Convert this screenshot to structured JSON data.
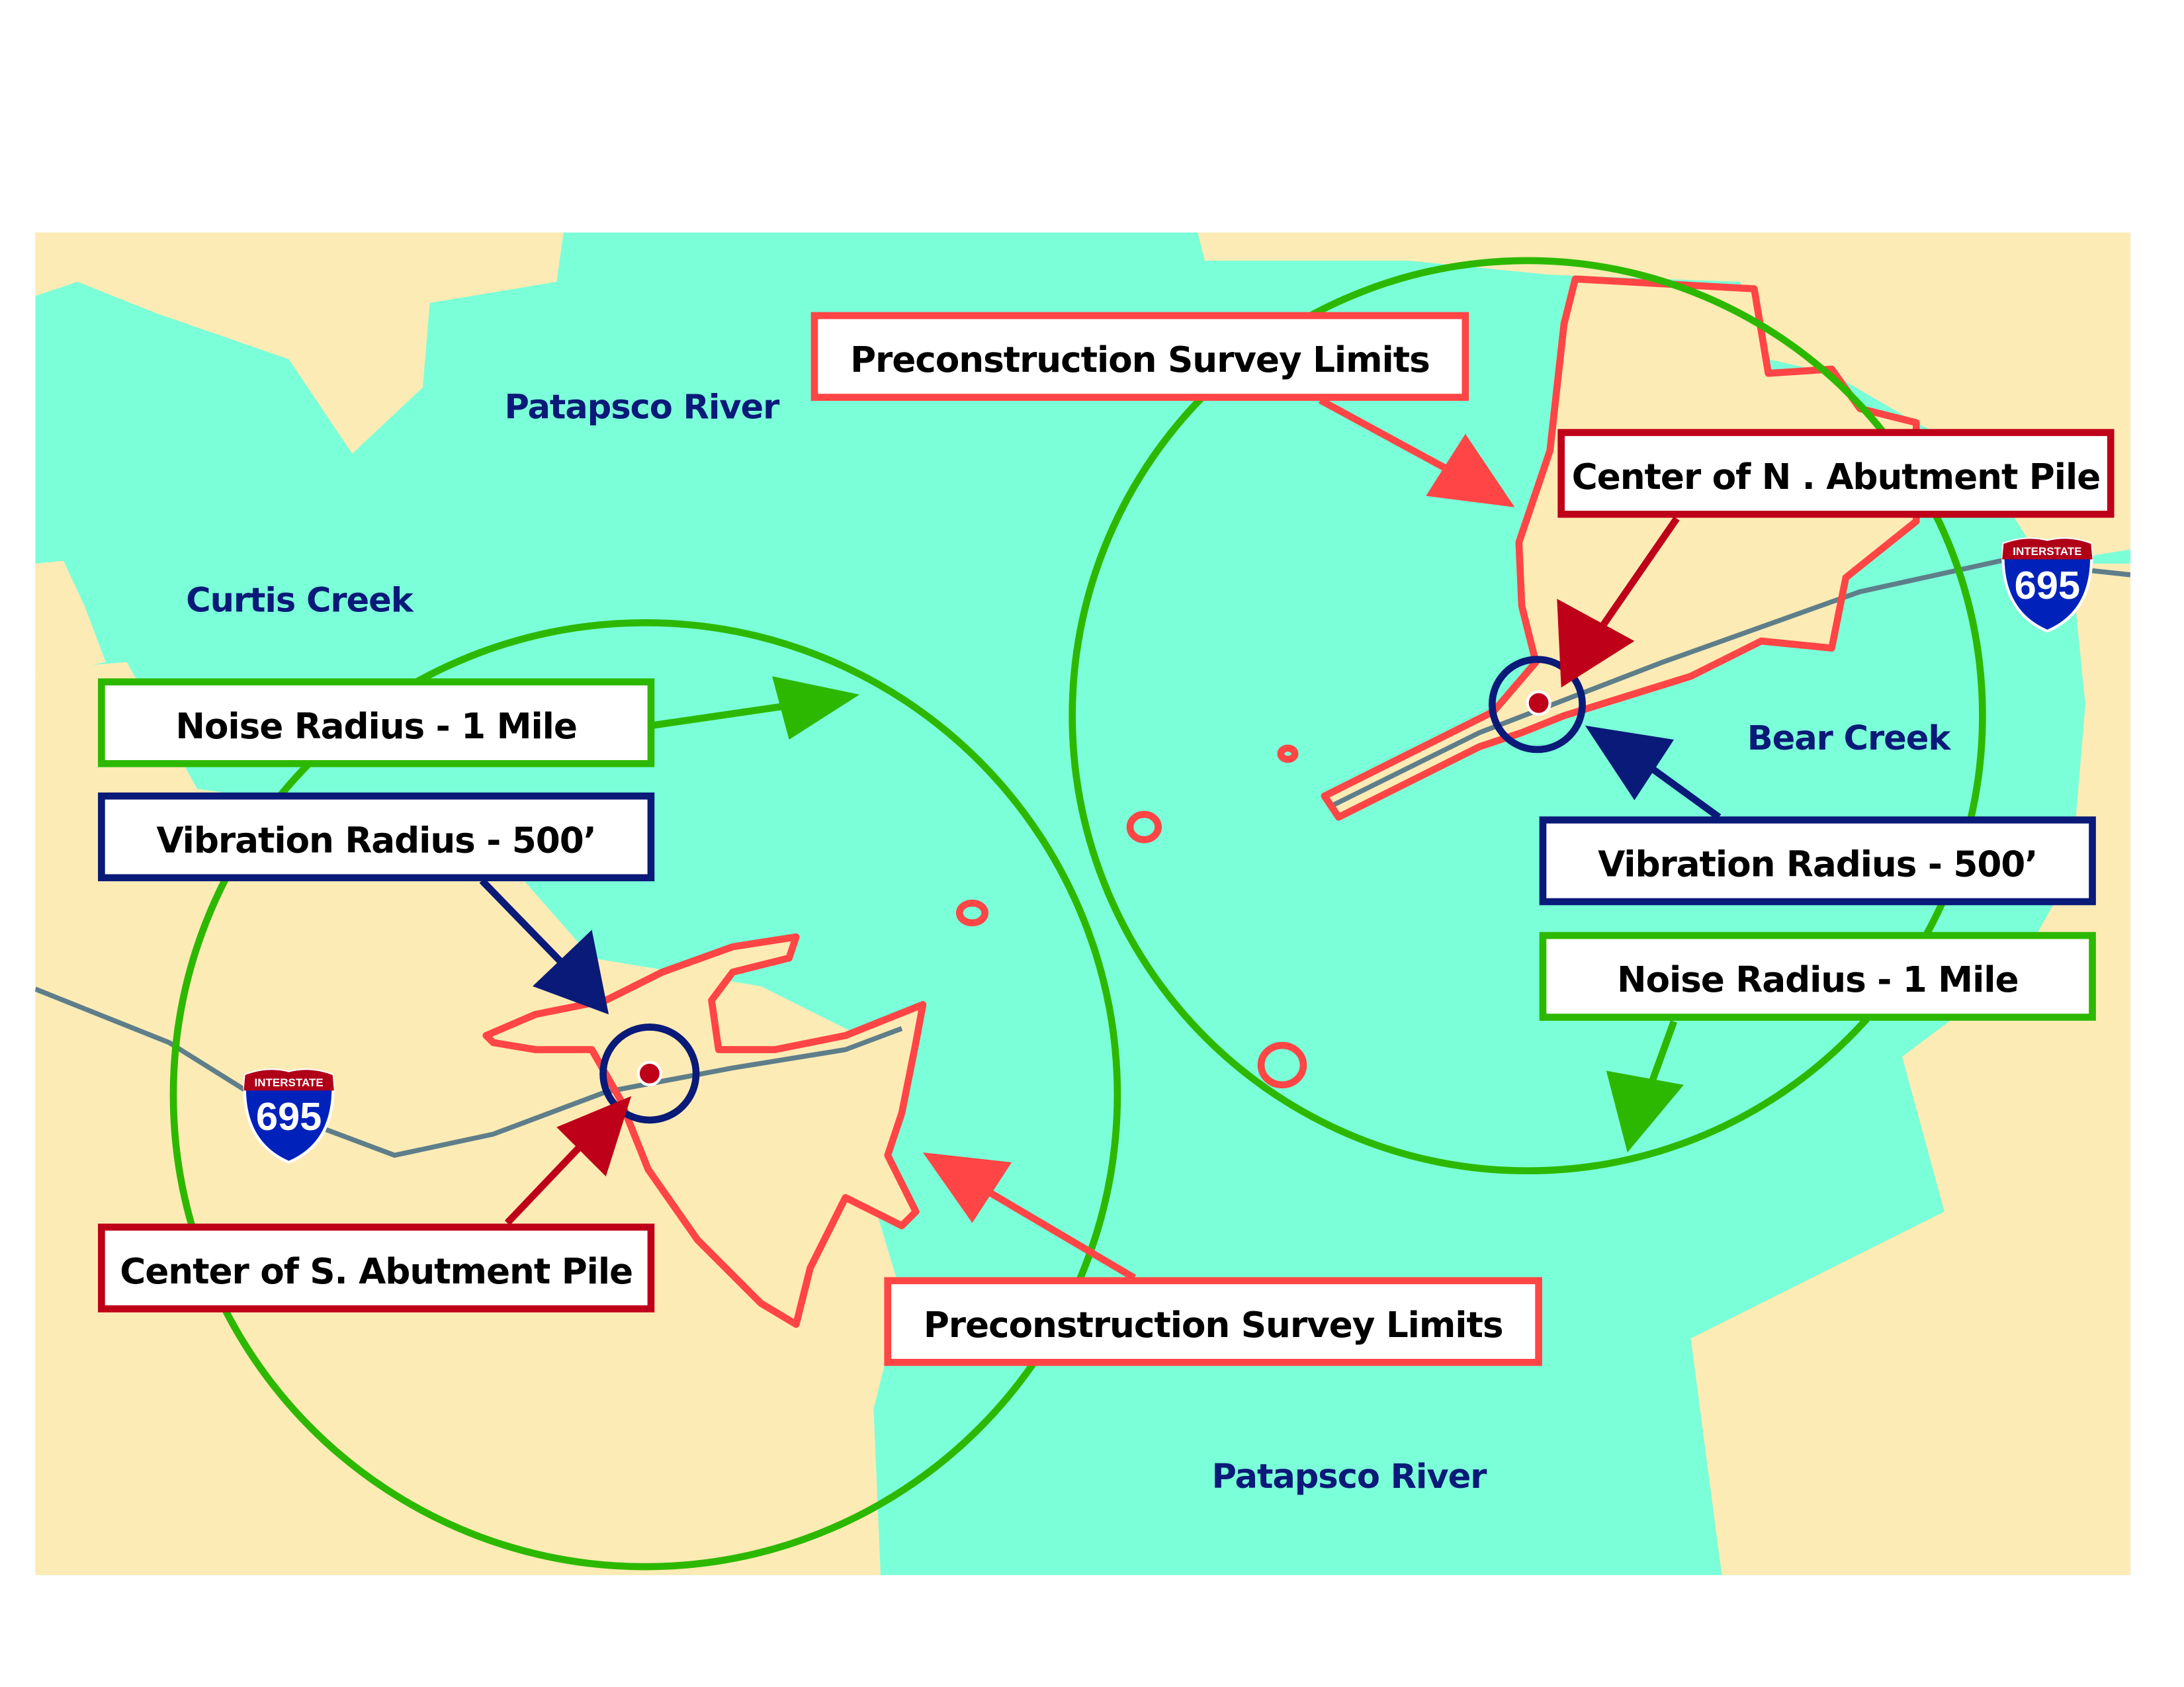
{
  "colors": {
    "water": "#7BFFD8",
    "land": "#FDEBB5",
    "survey": "#FF4545",
    "pile": "#BE0019",
    "noise": "#2DB800",
    "vibration": "#0A1A78",
    "road": "#5E7E8A",
    "shield_blue": "#0022BB",
    "shield_red": "#B00018"
  },
  "places": {
    "patapsco_north": "Patapsco River",
    "patapsco_south": "Patapsco River",
    "curtis_creek": "Curtis Creek",
    "bear_creek": "Bear Creek"
  },
  "shields": [
    {
      "top": "INTERSTATE",
      "number": "695"
    },
    {
      "top": "INTERSTATE",
      "number": "695"
    }
  ],
  "south": {
    "noise": "Noise Radius - 1 Mile",
    "vibration": "Vibration Radius - 500’",
    "center": "Center of S. Abutment Pile",
    "survey": "Preconstruction Survey Limits"
  },
  "north": {
    "noise": "Noise Radius - 1 Mile",
    "vibration": "Vibration Radius - 500’",
    "center": "Center of N . Abutment Pile",
    "survey": "Preconstruction Survey Limits"
  }
}
